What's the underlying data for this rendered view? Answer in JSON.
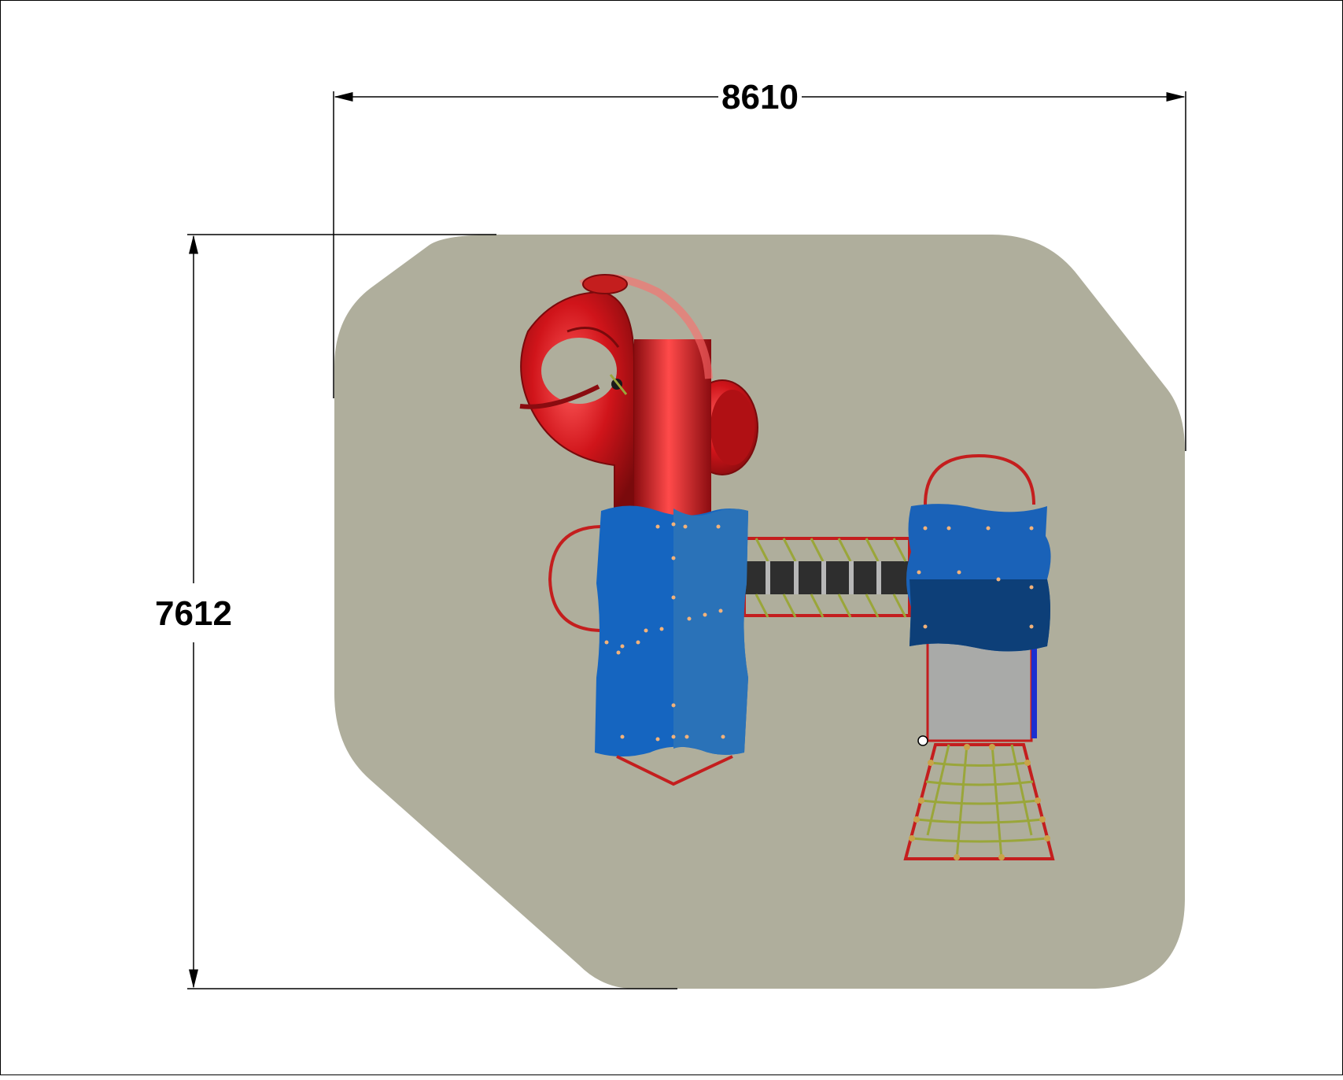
{
  "drawing": {
    "width_dimension": "8610",
    "depth_dimension": "7612"
  },
  "colors": {
    "safety_surface": "#afae9c",
    "slide_red": "#d0141a",
    "panel_blue": "#1565c0",
    "panel_blue_dark": "#0d3f78",
    "bridge_dark": "#2e2e2e",
    "net_green": "#9aa63a",
    "frame_red": "#c41e1e"
  },
  "components": [
    {
      "id": "safety-area",
      "icon": "surface-outline"
    },
    {
      "id": "spiral-tube-slide",
      "icon": "tube-slide-icon"
    },
    {
      "id": "tower-left",
      "icon": "tower-icon"
    },
    {
      "id": "chain-bridge",
      "icon": "bridge-icon"
    },
    {
      "id": "tower-right",
      "icon": "tower-icon"
    },
    {
      "id": "rope-climbing-net",
      "icon": "net-icon"
    }
  ]
}
